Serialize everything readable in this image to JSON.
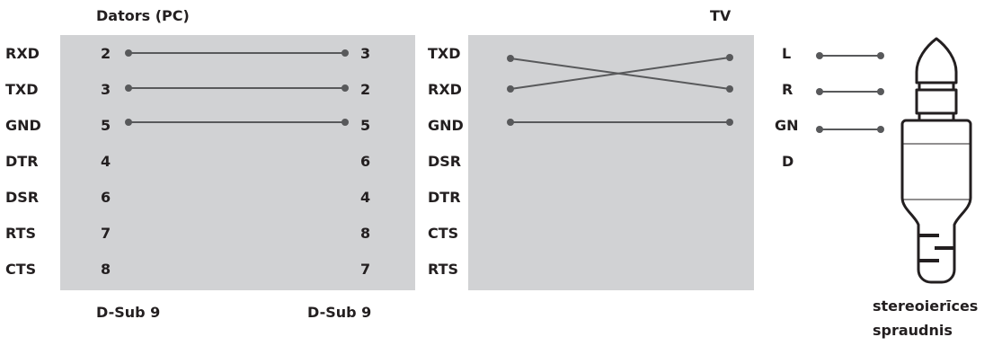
{
  "pc_title": "Dators (PC)",
  "tv_title": "TV",
  "pc_signals": [
    "RXD",
    "TXD",
    "GND",
    "DTR",
    "DSR",
    "RTS",
    "CTS"
  ],
  "pc_pins_left": [
    "2",
    "3",
    "5",
    "4",
    "6",
    "7",
    "8"
  ],
  "pc_pins_right": [
    "3",
    "2",
    "5",
    "6",
    "4",
    "8",
    "7"
  ],
  "tv_signals": [
    "TXD",
    "RXD",
    "GND",
    "DSR",
    "DTR",
    "CTS",
    "RTS"
  ],
  "dsub_left": "D-Sub 9",
  "dsub_right": "D-Sub 9",
  "jack_labels": [
    "L",
    "R",
    "GN",
    "D"
  ],
  "jack_caption_line1": "stereoierīces",
  "jack_caption_line2": "spraudnis",
  "colors": {
    "panel": "#d1d2d4",
    "wire": "#58595b",
    "text": "#231f20"
  }
}
